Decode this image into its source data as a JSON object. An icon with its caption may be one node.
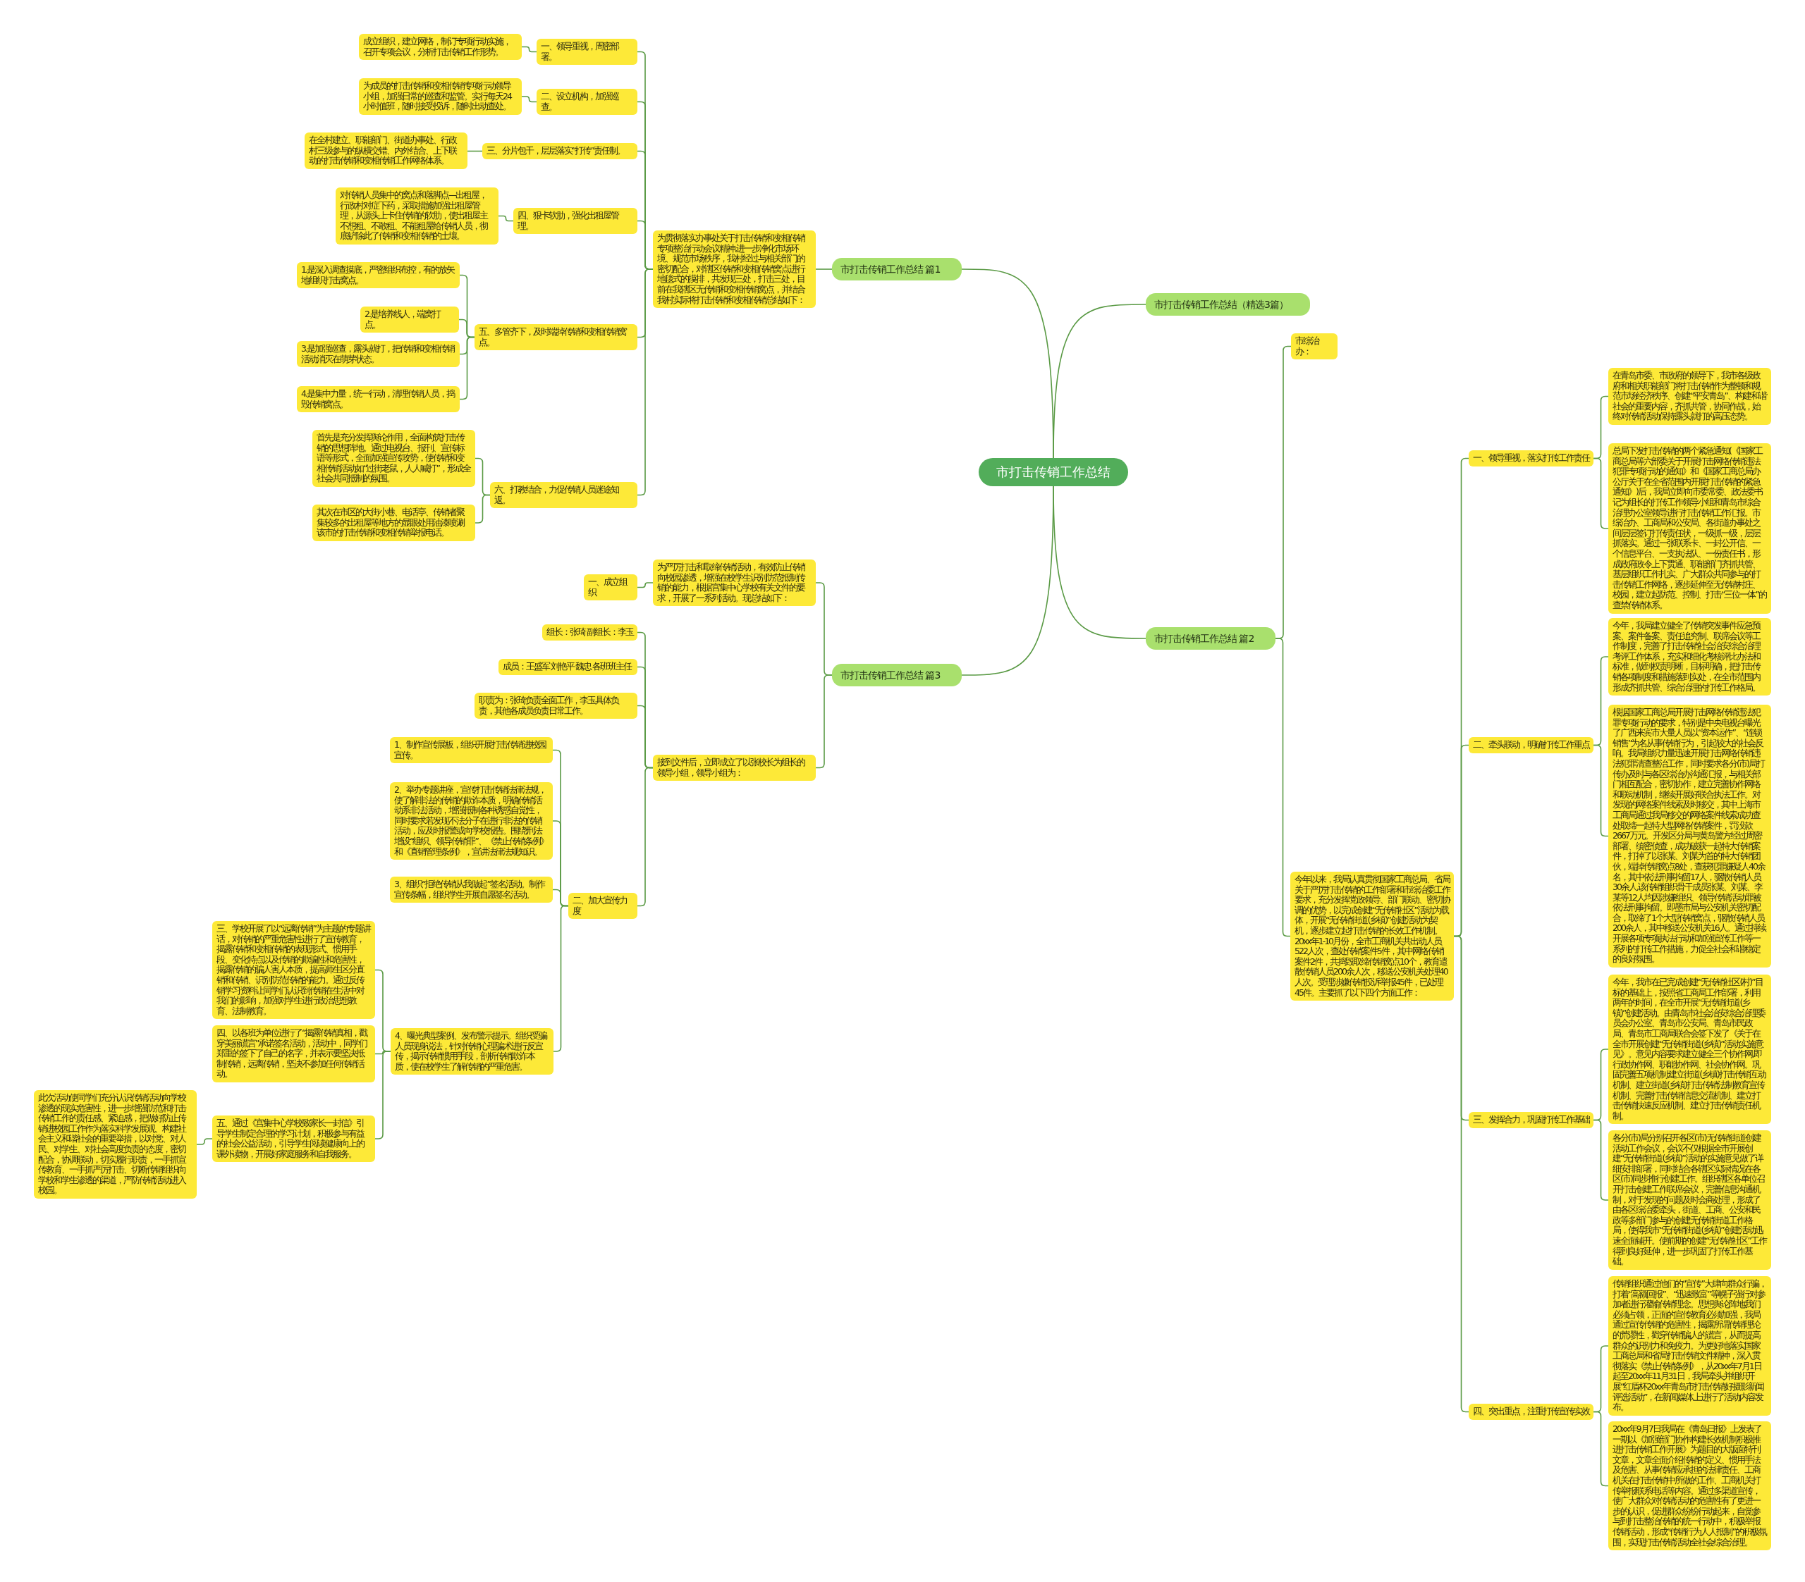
{
  "diagram": {
    "nodes": [
      {
        "text": [
          "市打击传销工作总结"
        ]
      },
      {
        "text": [
          "市打击传销工作总结 篇1"
        ]
      },
      {
        "text": [
          "为贯彻落实办事处关于打击传销和变相传销专项整治行动会议精神,进一步净化市场环境、规范市场秩序，我村经过与相关部门的密切配合，对辖区传销和变相传销窝点进行地毯式的摸排，共发现三处，打击三处，目前在我辖区无传销和变相传销窝点，并结合我村实际将打击传销和变相传销总结如下："
        ]
      },
      {
        "text": [
          "一、领导重视，周密部署。"
        ]
      },
      {
        "text": [
          "成立组织，建立网络，制订专项行动实施，召开专项会议，分析打击传销工作形势。"
        ]
      },
      {
        "text": [
          "二、设立机构，加强巡查。"
        ]
      },
      {
        "text": [
          "为成员的打击传销和变相传销专项行动领导小组，加强日常的巡查和监管。实行每天24小时值班，随时接受投诉，随时出动查处。"
        ]
      },
      {
        "text": [
          "三、分片包干，层层落实“打传”责任制。"
        ]
      },
      {
        "text": [
          "在全村建立、职能部门、街道办事处、行政村三级参与的纵横交错、内外结合、上下联动的打击传销和变相传销工作网络体系。"
        ]
      },
      {
        "text": [
          "四、狠卡软肋，强化出租屋管理。"
        ]
      },
      {
        "text": [
          "对传销人员集中的窝点和落脚点----出租屋，行政村对症下药，采取措施加强出租屋管理，从源头上卡住传销的软肋，使出租屋主不想租、不敢租、不能租屋给传销人员，彻底铲除此了传销和变相传销的土壤。"
        ]
      },
      {
        "text": [
          "五、多管齐下，及时端掉传销和变相传销窝点。"
        ]
      },
      {
        "text": [
          "1.是深入调查摸底，严密组织布控，有的放矢地组织打击窝点。"
        ]
      },
      {
        "text": [
          "2.是培养线人，端窝打点。"
        ]
      },
      {
        "text": [
          "3.是加强巡查，露头就打，把传销和变相传销活动消灭在萌芽状态。"
        ]
      },
      {
        "text": [
          "4.是集中力量，统一行动，清理传销人员，捣毁传销窝点。"
        ]
      },
      {
        "text": [
          "六、打教结合，力促传销人员迷途知返。"
        ]
      },
      {
        "text": [
          "首先是充分发挥舆论作用，全面构筑打击传销的思想阵地。通过电视台、报刊、宣传标语等形式，全面加强宣传攻势，使传销和变相传销活动如“过街老鼠，人人喊打”，形成全社会共同抵制的氛围。"
        ]
      },
      {
        "text": [
          "其次在市区的大街小巷、电话亭、传销者聚集较多的出租屋等地方的显眼处用油漆喷涮该市的打击传销和变相传销举报电话。"
        ]
      },
      {
        "text": [
          "市打击传销工作总结 篇3"
        ]
      },
      {
        "text": [
          "为严厉打击和取缔传销活动，有效防止传销向校园渗透，增强在校学生识别防范抵制传销的能力，根据宫集中心学校有关文件的要求，开展了一系列活动。现总结如下："
        ]
      },
      {
        "text": [
          "一、成立组织"
        ]
      },
      {
        "text": [
          "接到文件后，立即成立了以张校长为组长的领导小组，领导小组为："
        ]
      },
      {
        "text": [
          "组长：张琦 副组长：李玉"
        ]
      },
      {
        "text": [
          "成员：王盛军 刘艳平 魏忠 各班班主任"
        ]
      },
      {
        "text": [
          "职责为：张琦负责全面工作，李玉具体负责，其他各成员负责日常工作。"
        ]
      },
      {
        "text": [
          "二、加大宣传力度"
        ]
      },
      {
        "text": [
          "1、制作宣传展板，组织开展打击传销进校园宣传。"
        ]
      },
      {
        "text": [
          "2、举办专题讲座，宣传打击传销法律法规，使了解非法的传销的欺诈本质，明确传销活动系非法活动，增强抵制各种诱惑自觉性，同时要求若发现不法分子在进行非法的传销活动，应及时报警或向学校报告。围绕刑法增设“组织、领导传销罪”、《禁止传销条例》和《直销管理条例》，宣讲法律法规知识。"
        ]
      },
      {
        "text": [
          "3、组织“拒绝传销从我做起”签名活动。制作宣传条幅，组织学生开展自愿签名活动。"
        ]
      },
      {
        "text": [
          "4、曝光典型案例、发布警示提示。组织受骗人员现身说法，针对传销心理骗术进行反宣传，揭示传销惯用手段，剖析传销欺诈本质，使在校学生了解传销的严重危害。"
        ]
      },
      {
        "text": [
          "三、学校开展了以“远离传销”为主题的专题讲话，对传销的严重危害性进行了宣传教育，揭露传销和变相传销的表现形式、惯用手段、变化特点以及传销的欺骗性和危害性，揭露传销的骗人害人本质，提高师生区分直销和传销、识别防范传销的能力。通过反传销学习资料让同学们认识到传销在生活中对我们的影响，加强对学生进行政治思想教育、法制教育。"
        ]
      },
      {
        "text": [
          "四、以各班为单位进行了“揭露传销真相，戳穿美丽谎言”承诺签名活动，活动中，同学们郑重的签下了自己的名字，并表示要坚决抵制传销，远离传销，坚决不参加任何传销活动。"
        ]
      },
      {
        "text": [
          "五、通过《宫集中心学校致家长一封信》引导学生制定合理的学习计划，积极参与有益的社会公益活动，引导学生阅读健康向上的课外读物，开展好家庭服务和自我服务。"
        ]
      },
      {
        "text": [
          "此次活动使同学们充分认识传销活动向学校渗透的现实危害性，进一步增强防范和打击传销工作的责任感、紧迫感，把做好防止传销进校园工作作为落实科学发展观、构建社会主义和谐社会的重要举措，以对党、对人民、对学生、对社会高度负责的态度，密切配合，协调联动，切实履行职责，一手抓宣传教育、一手抓严厉打击、切断传销组织向学校和学生渗透的渠道，严防传销活动进入校园。"
        ]
      },
      {
        "text": [
          "市打击传销工作总结（精选3篇）"
        ]
      },
      {
        "text": [
          "市打击传销工作总结 篇2"
        ]
      },
      {
        "text": [
          "市综治办："
        ]
      },
      {
        "text": [
          "今年以来，我局认真贯彻国家工商总局、省局关于严厉打击传销的工作部署和市综治委工作要求，充分发挥党政领导、部门联动、密切协调的优势，以完成创建“无传销社区”活动为载体，开展“无传销街道(乡镇)”创建活动为契机，逐步建立起打击传销的长效工作机制。20xx年1-10月份，全市工商机关共出动人员522人次，查处传销案件5件，其中网络传销案件2件，共捣毁取缔传销窝点10个，教育遣散传销人员200余人次，移送公安机关处理40人次。受理涉嫌传销投诉举报45件，已处理45件。主要抓了以下四个方面工作："
        ]
      },
      {
        "text": [
          "一、领导重视，落实打传工作责任"
        ]
      },
      {
        "text": [
          "在青岛市委、市政府的领导下，我市各级政府和相关职能部门将打击传销作为整顿和规范市场经济秩序、创建“平安青岛”、构建和谐社会的重要内容，齐抓共管，协同作战，始终对传销活动保持露头就打的高压态势。"
        ]
      },
      {
        "text": [
          "总局下发打击传销的两个紧急通知(《国家工商总局等六部委关于开展打击网络传销违法犯罪专项行动的通知》和《国家工商总局办公厅关于在全省范围内开展打击传销的紧急通知》)后，我局立即向市委常委、政法委书记为组长的打传工作领导小组和青岛市综合治理办公室领导进行打击传销工作汇报。市综治办、工商局和公安局、各街道办事处之间层层签订打传责任状，一级抓一级，层层抓落实。通过一张联系卡、一封公开信、一个信息平台、一支执法队、一份责任书，形成政府政令上下贯通、职能部门齐抓共管、基层组织工作扎实、广大群众共同参与的打击传销工作网络，逐步延伸至无传销村庄、校园，建立起防范、控制、打击“三位一体”的查禁传销体系。"
        ]
      },
      {
        "text": [
          "二、牵头联动，明确打传工作重点"
        ]
      },
      {
        "text": [
          "今年，我局建立健全了传销突发事件应急预案、案件备案、责任追究制、联席会议等工作制度，完善了打击传销社会治安综合治理考评工作体系，充实和细化考核评比办法和标准，做到权责明晰，目标明确，把打击传销各项制度和措施落到实处，在全市范围内形成齐抓共管、综合治理的打传工作格局。"
        ]
      },
      {
        "text": [
          "根据国家工商总局开展打击网络传销违法犯罪专项行动的要求，特别是中央电视台曝光了广西来宾市大量人员以“资本运作”、“连锁销售”为名从事传销行为，引起较大的社会反响。我局组织力量迅速开展打击网络传销违法犯罪清查整治工作，同时要求各分(市)局打传办及时与各区综治办沟通汇报，与相关部门相互配合，密切协作，建立完善协作网络和联动机制，继续开展好联合执法工作。对发现的网络案件线索及时移交，其中上海市工商局通过我局移交的网络案件线索成功查处取缔一起特大型网络传销案件，罚没款2667万元。开发区分局与黄岛警方经过周密部署、缜密侦查，成功破获一起特大传销案件，打掉了以张某、刘某为首的特大传销团伙，端掉传销窝点8处，查获犯罪嫌疑人40余名，其中依法刑事拘留17人，驱散传销人员30余人,该传销组织骨干成员张某、刘某、李某等12人均因涉嫌组织、领导传销活动罪被依法刑事拘留。即墨市局与公安机关密切配合，取缔了1个大型传销窝点，驱散传销人员200余人，其中移送公安机关16人。通过持续开展各项专项执法行动和加强宣传工作等一系列的打传工作措施，力促全社会和谐稳定的良好氛围。"
        ]
      },
      {
        "text": [
          "三、发挥合力，巩固打传工作基础"
        ]
      },
      {
        "text": [
          "今年，我市在已完成创建“无传销社区(村)”目标的基础上，按照省工商局工作部署，利用两年的时间，在全市开展“无传销街道(乡镇)”创建活动。由青岛市社会治安综合治理委员会办公室、青岛市公安局、青岛市民政局、青岛市工商局联合会签下发了《关于在全市开展创建“无传销街道(乡镇)”活动实施意见》。意见内容要求建立健全三个协作网,即行政协作网、职能协作网、社会协作网。巩固完善五项机制:建立街道(乡镇)打击传销互动机制、建立街道(乡镇)打击传销法制教育宣传机制、完善打击传销信息交流机制、建立打击传销快速反应机制、建立打击传销责任机制。"
        ]
      },
      {
        "text": [
          "各分(市)局分别召开各区(市)无传销街道创建活动工作会议，会议不仅根据全市开展创建“无传销街道(乡镇)”活动的实施意见做了详细安排部署，同时结合各辖区实际情况在各区(市)同步推行创建工作。组织辖区各单位召开打击创建工作联席会议，完善信息沟通机制，对于发现的问题及时会商处理，形成了由各区综治委牵头，街道、工商、公安和民政等多部门参与的创建无传销街道工作格局，使得我市“无传销街道(乡镇)”创建活动迅速全面铺开。使前期的创建“无传销社区”工作得到良好延伸，进一步巩固了打传工作基础。"
        ]
      },
      {
        "text": [
          "四、突出重点，注重打传宣传实效"
        ]
      },
      {
        "text": [
          "传销组织通过他们的“宣传”大肆向群众行骗，打着“高额回报”、“迅速致富”等幌子强行对参加者进行灌输传销理念。思想舆论阵地我们必须占领，正面的宣传教育必须加强，我局通过宣传传销的危害性，揭露所谓传销理论的荒谬性，戳穿传销骗人的谎言，从而提高群众的识别力和免疫力。为更好地落实国家工商总局和省局打击传销文件精神，深入贯彻落实《禁止传销条例》，从20xx年7月1日起至20xx年11月31日，我局牵头并组织开展“红盾杯20xx年青岛市打击传销好摄影新闻评选活动”，在新闻媒体上进行了活动内容发布。"
        ]
      },
      {
        "text": [
          "20xx年9月7日我局在《青岛日报》上发表了一期以《加强部门协作构建长效机制积极推进打击传销工作开展》为题目的大版面特刊文章，文章全面介绍传销的定义、惯用手法及危害、从事传销应承担的法律责任、工商机关在打击传销中所做的工作、工商机关打传举报联系电话等内容。通过多渠道宣传，使广大群众对传销活动的危害性有了更进一步的认识，促进群众纷纷行动起来，自觉参与到打击整治传销的统一行动中，积极举报传销活动，形成“传销行为人人抵制”的积极氛围，实现打击传销活动全社会综合治理。"
        ]
      }
    ],
    "edges": [
      {
        "from": 0,
        "to": 1,
        "arrow": "none"
      },
      {
        "from": 1,
        "to": 2,
        "arrow": "none"
      },
      {
        "from": 2,
        "to": 3,
        "arrow": "none"
      },
      {
        "from": 3,
        "to": 4,
        "arrow": "none"
      },
      {
        "from": 2,
        "to": 5,
        "arrow": "none"
      },
      {
        "from": 5,
        "to": 6,
        "arrow": "none"
      },
      {
        "from": 2,
        "to": 7,
        "arrow": "none"
      },
      {
        "from": 7,
        "to": 8,
        "arrow": "none"
      },
      {
        "from": 2,
        "to": 9,
        "arrow": "none"
      },
      {
        "from": 9,
        "to": 10,
        "arrow": "none"
      },
      {
        "from": 2,
        "to": 11,
        "arrow": "none"
      },
      {
        "from": 11,
        "to": 12,
        "arrow": "none"
      },
      {
        "from": 11,
        "to": 13,
        "arrow": "none"
      },
      {
        "from": 11,
        "to": 14,
        "arrow": "none"
      },
      {
        "from": 11,
        "to": 15,
        "arrow": "none"
      },
      {
        "from": 2,
        "to": 16,
        "arrow": "none"
      },
      {
        "from": 16,
        "to": 17,
        "arrow": "none"
      },
      {
        "from": 16,
        "to": 18,
        "arrow": "none"
      },
      {
        "from": 0,
        "to": 19,
        "arrow": "none"
      },
      {
        "from": 19,
        "to": 20,
        "arrow": "none"
      },
      {
        "from": 20,
        "to": 21,
        "arrow": "none"
      },
      {
        "from": 19,
        "to": 22,
        "arrow": "none"
      },
      {
        "from": 22,
        "to": 23,
        "arrow": "none"
      },
      {
        "from": 22,
        "to": 24,
        "arrow": "none"
      },
      {
        "from": 22,
        "to": 25,
        "arrow": "none"
      },
      {
        "from": 22,
        "to": 26,
        "arrow": "none"
      },
      {
        "from": 26,
        "to": 27,
        "arrow": "none"
      },
      {
        "from": 26,
        "to": 28,
        "arrow": "none"
      },
      {
        "from": 26,
        "to": 29,
        "arrow": "none"
      },
      {
        "from": 26,
        "to": 30,
        "arrow": "none"
      },
      {
        "from": 30,
        "to": 31,
        "arrow": "none"
      },
      {
        "from": 30,
        "to": 32,
        "arrow": "none"
      },
      {
        "from": 30,
        "to": 33,
        "arrow": "none"
      },
      {
        "from": 33,
        "to": 34,
        "arrow": "none"
      },
      {
        "from": 0,
        "to": 35,
        "arrow": "none"
      },
      {
        "from": 0,
        "to": 36,
        "arrow": "none"
      },
      {
        "from": 36,
        "to": 37,
        "arrow": "none"
      },
      {
        "from": 36,
        "to": 38,
        "arrow": "none"
      },
      {
        "from": 38,
        "to": 39,
        "arrow": "none"
      },
      {
        "from": 39,
        "to": 40,
        "arrow": "none"
      },
      {
        "from": 39,
        "to": 41,
        "arrow": "none"
      },
      {
        "from": 38,
        "to": 42,
        "arrow": "none"
      },
      {
        "from": 42,
        "to": 43,
        "arrow": "none"
      },
      {
        "from": 42,
        "to": 44,
        "arrow": "none"
      },
      {
        "from": 38,
        "to": 45,
        "arrow": "none"
      },
      {
        "from": 45,
        "to": 46,
        "arrow": "none"
      },
      {
        "from": 45,
        "to": 47,
        "arrow": "none"
      },
      {
        "from": 38,
        "to": 48,
        "arrow": "none"
      },
      {
        "from": 48,
        "to": 49,
        "arrow": "none"
      },
      {
        "from": 48,
        "to": 50,
        "arrow": "none"
      }
    ]
  }
}
